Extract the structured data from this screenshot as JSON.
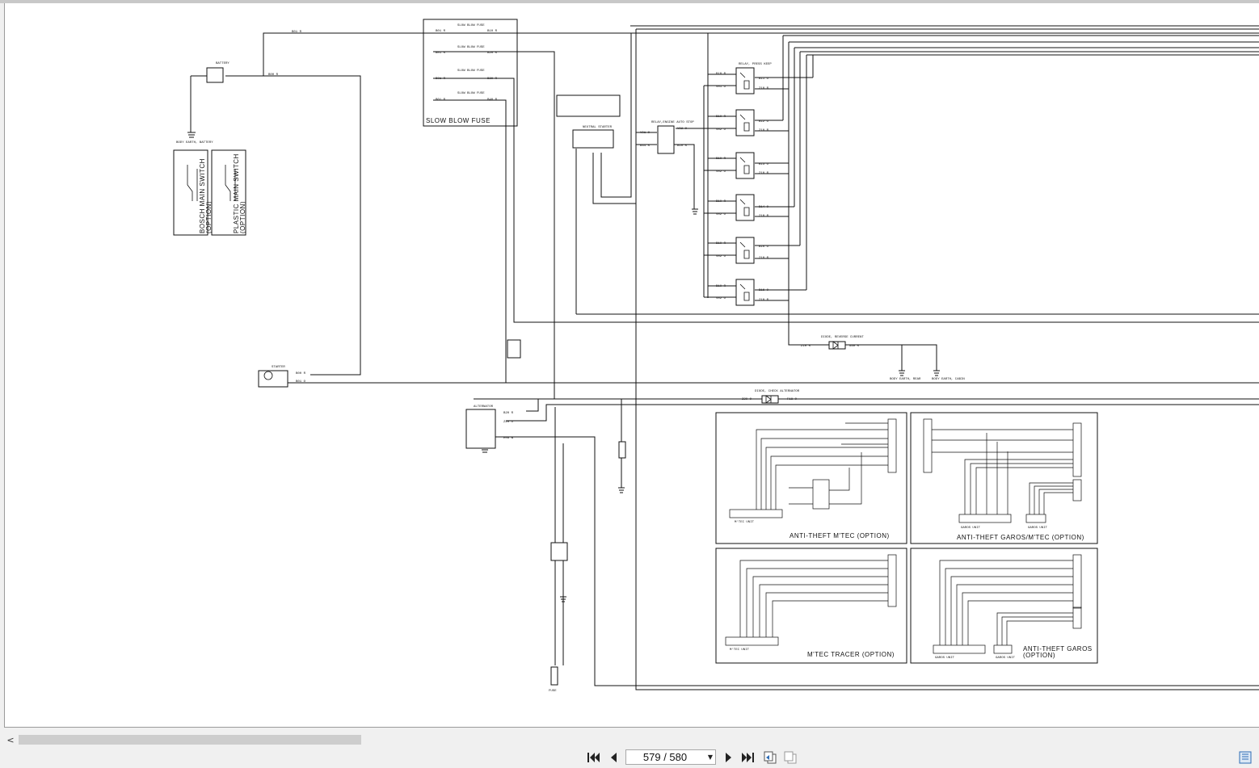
{
  "viewer": {
    "page_indicator": "579 / 580",
    "scroll_left_glyph": "<"
  },
  "diagram": {
    "labels": {
      "slow_blow_fuse": "SLOW BLOW FUSE",
      "bosch_switch": "BOSCH MAIN SWITCH",
      "bosch_option": "(OPTION)",
      "plastic_switch": "PLASTIC MAIN SWITCH",
      "plastic_option": "(OPTION)",
      "anti_theft_mtec": "ANTI-THEFT M'TEC (OPTION)",
      "anti_theft_garos_mtec": "ANTI-THEFT GAROS/M'TEC (OPTION)",
      "mtec_tracer": "M'TEC TRACER (OPTION)",
      "anti_theft_garos_1": "ANTI-THEFT GAROS",
      "anti_theft_garos_2": "(OPTION)"
    }
  }
}
